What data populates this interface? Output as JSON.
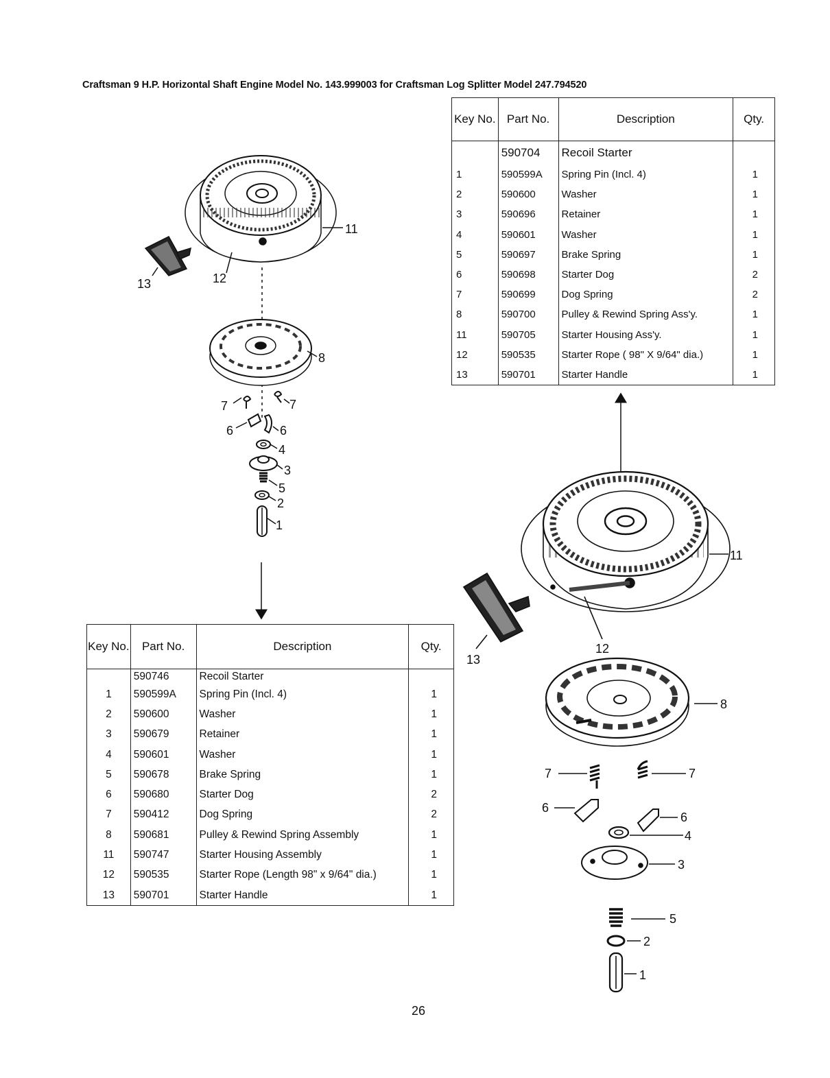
{
  "title": "Craftsman 9 H.P. Horizontal Shaft Engine Model No. 143.999003 for Craftsman Log Splitter Model 247.794520",
  "page_number": "26",
  "headers": {
    "key": "Key No.",
    "part": "Part No.",
    "description": "Description",
    "qty": "Qty."
  },
  "top_table": {
    "rows": [
      {
        "key": "",
        "part": "590704",
        "description": "Recoil Starter",
        "qty": ""
      },
      {
        "key": "1",
        "part": "590599A",
        "description": "Spring Pin (Incl. 4)",
        "qty": "1"
      },
      {
        "key": "2",
        "part": "590600",
        "description": "Washer",
        "qty": "1"
      },
      {
        "key": "3",
        "part": "590696",
        "description": "Retainer",
        "qty": "1"
      },
      {
        "key": "4",
        "part": "590601",
        "description": "Washer",
        "qty": "1"
      },
      {
        "key": "5",
        "part": "590697",
        "description": "Brake Spring",
        "qty": "1"
      },
      {
        "key": "6",
        "part": "590698",
        "description": "Starter Dog",
        "qty": "2"
      },
      {
        "key": "7",
        "part": "590699",
        "description": "Dog Spring",
        "qty": "2"
      },
      {
        "key": "8",
        "part": "590700",
        "description": "Pulley & Rewind Spring Ass'y.",
        "qty": "1"
      },
      {
        "key": "11",
        "part": "590705",
        "description": "Starter Housing Ass'y.",
        "qty": "1"
      },
      {
        "key": "12",
        "part": "590535",
        "description": "Starter Rope ( 98\" X 9/64\" dia.)",
        "qty": "1"
      },
      {
        "key": "13",
        "part": "590701",
        "description": "Starter Handle",
        "qty": "1"
      }
    ]
  },
  "bottom_table": {
    "rows": [
      {
        "key": "",
        "part": "590746",
        "description": "Recoil Starter",
        "qty": ""
      },
      {
        "key": "1",
        "part": "590599A",
        "description": "Spring Pin (Incl. 4)",
        "qty": "1"
      },
      {
        "key": "2",
        "part": "590600",
        "description": "Washer",
        "qty": "1"
      },
      {
        "key": "3",
        "part": "590679",
        "description": "Retainer",
        "qty": "1"
      },
      {
        "key": "4",
        "part": "590601",
        "description": "Washer",
        "qty": "1"
      },
      {
        "key": "5",
        "part": "590678",
        "description": "Brake Spring",
        "qty": "1"
      },
      {
        "key": "6",
        "part": "590680",
        "description": "Starter Dog",
        "qty": "2"
      },
      {
        "key": "7",
        "part": "590412",
        "description": "Dog Spring",
        "qty": "2"
      },
      {
        "key": "8",
        "part": "590681",
        "description": "Pulley & Rewind Spring Assembly",
        "qty": "1"
      },
      {
        "key": "11",
        "part": "590747",
        "description": "Starter Housing Assembly",
        "qty": "1"
      },
      {
        "key": "12",
        "part": "590535",
        "description": "Starter Rope (Length 98\" x 9/64\" dia.)",
        "qty": "1"
      },
      {
        "key": "13",
        "part": "590701",
        "description": "Starter Handle",
        "qty": "1"
      }
    ]
  },
  "callouts_left": [
    "11",
    "12",
    "13",
    "8",
    "7",
    "7",
    "6",
    "6",
    "4",
    "3",
    "5",
    "2",
    "1"
  ],
  "callouts_right": [
    "11",
    "12",
    "13",
    "8",
    "7",
    "7",
    "6",
    "6",
    "4",
    "3",
    "5",
    "2",
    "1"
  ]
}
